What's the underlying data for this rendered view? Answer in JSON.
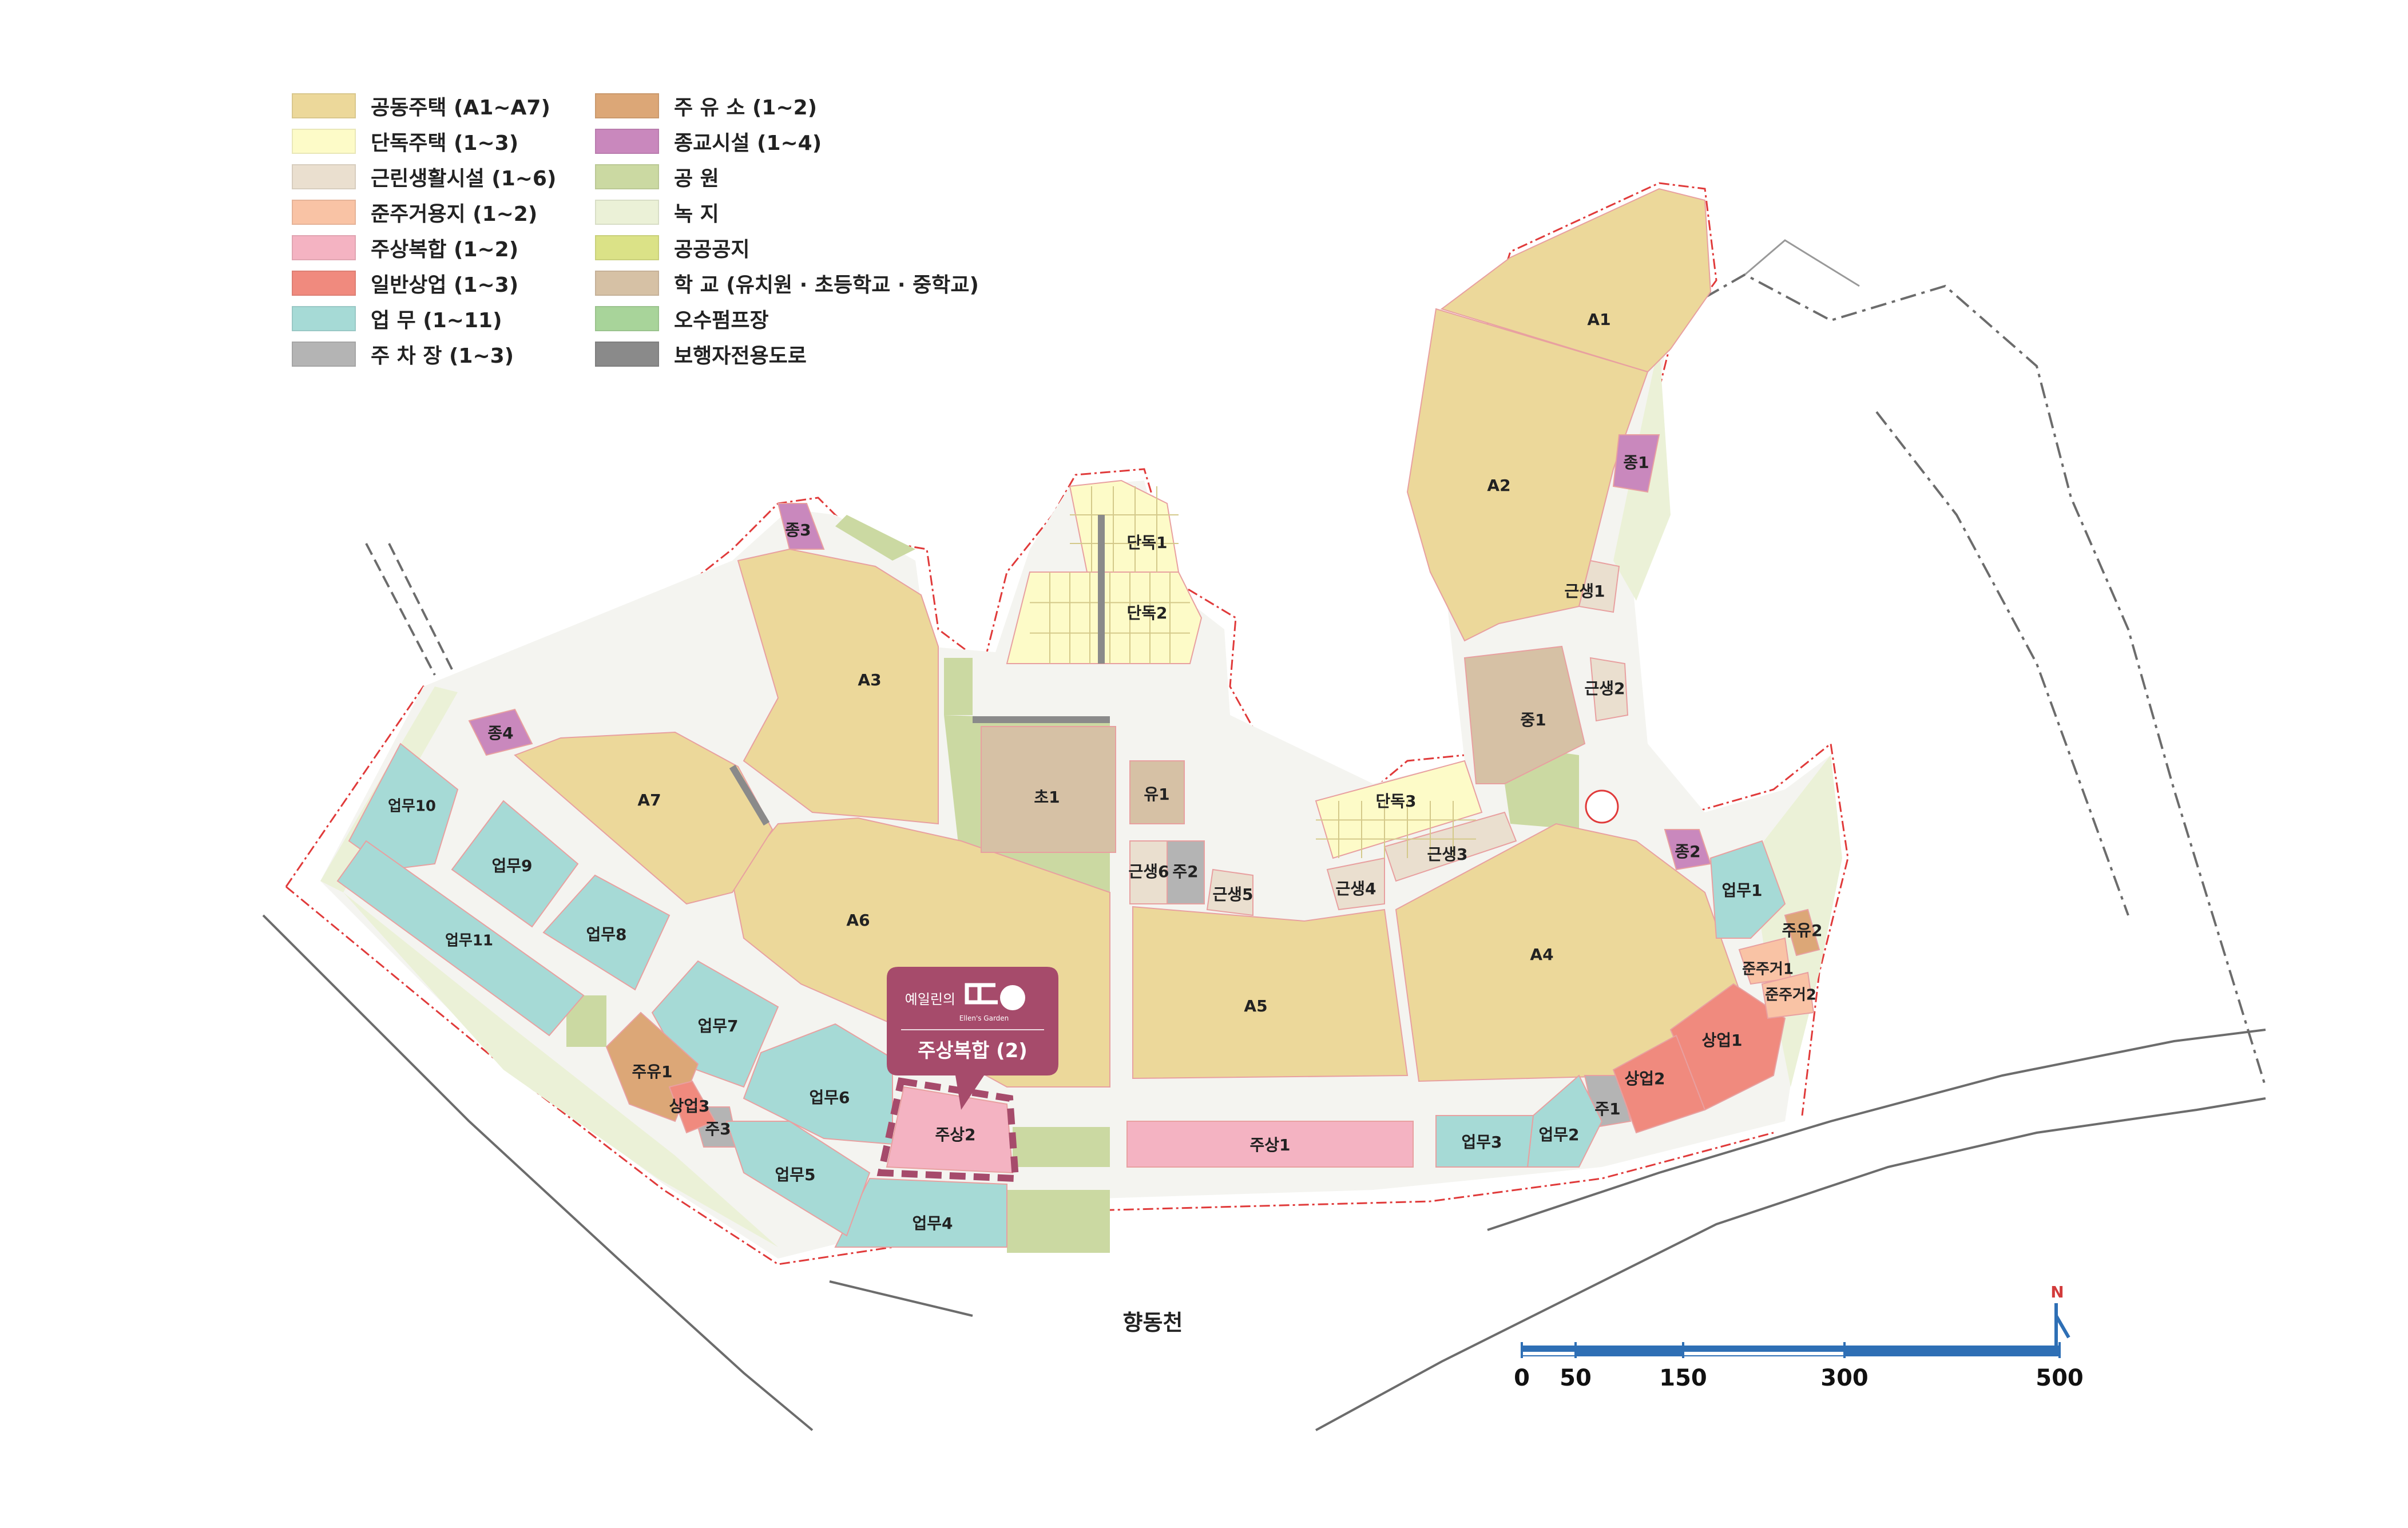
{
  "legend": [
    {
      "label": "공동주택 (A1~A7)",
      "color": "#ecd89a"
    },
    {
      "label": "단독주택 (1~3)",
      "color": "#fdfbc8"
    },
    {
      "label": "근린생활시설 (1~6)",
      "color": "#eadfcf"
    },
    {
      "label": "준주거용지 (1~2)",
      "color": "#f9c3a5"
    },
    {
      "label": "주상복합 (1~2)",
      "color": "#f4b3c2"
    },
    {
      "label": "일반상업 (1~3)",
      "color": "#f08a7e"
    },
    {
      "label": "업      무 (1~11)",
      "color": "#a6dad6"
    },
    {
      "label": "주 차 장 (1~3)",
      "color": "#b4b4b4"
    },
    {
      "label": "주 유 소 (1~2)",
      "color": "#dca777"
    },
    {
      "label": "종교시설 (1~4)",
      "color": "#c988bd"
    },
    {
      "label": "공      원",
      "color": "#cbd9a2"
    },
    {
      "label": "녹      지",
      "color": "#ebf1d7"
    },
    {
      "label": "공공공지",
      "color": "#dbe287"
    },
    {
      "label": "학      교 (유치원 · 초등학교 · 중학교)",
      "color": "#d6c1a5"
    },
    {
      "label": "오수펌프장",
      "color": "#a8d49a"
    },
    {
      "label": "보행자전용도로",
      "color": "#8a8a8a"
    }
  ],
  "colors": {
    "apartment": "#ecd89a",
    "detached": "#fdfbc8",
    "neighborhood": "#eadfcf",
    "semi_residential": "#f9c3a5",
    "mixed_use": "#f4b3c2",
    "commercial": "#f08a7e",
    "business": "#a6dad6",
    "parking": "#b4b4b4",
    "gas_station": "#dca777",
    "religious": "#c988bd",
    "park": "#cbd9a2",
    "green": "#ebf1d7",
    "public_open": "#dbe287",
    "school": "#d6c1a5",
    "pump": "#a8d49a",
    "pedestrian": "#8a8a8a",
    "road": "#ffffff",
    "callout": "#a64b6b",
    "scale_blue": "#2e6fb5",
    "north": "#d23b3b"
  },
  "parcels": [
    {
      "label": "A1",
      "type": "apartment"
    },
    {
      "label": "A2",
      "type": "apartment"
    },
    {
      "label": "A3",
      "type": "apartment"
    },
    {
      "label": "A4",
      "type": "apartment"
    },
    {
      "label": "A5",
      "type": "apartment"
    },
    {
      "label": "A6",
      "type": "apartment"
    },
    {
      "label": "A7",
      "type": "apartment"
    },
    {
      "label": "단독1",
      "type": "detached"
    },
    {
      "label": "단독2",
      "type": "detached"
    },
    {
      "label": "단독3",
      "type": "detached"
    },
    {
      "label": "초1",
      "type": "school"
    },
    {
      "label": "유1",
      "type": "school"
    },
    {
      "label": "중1",
      "type": "school"
    },
    {
      "label": "근생1",
      "type": "neighborhood"
    },
    {
      "label": "근생2",
      "type": "neighborhood"
    },
    {
      "label": "근생3",
      "type": "neighborhood"
    },
    {
      "label": "근생4",
      "type": "neighborhood"
    },
    {
      "label": "근생5",
      "type": "neighborhood"
    },
    {
      "label": "근생6",
      "type": "neighborhood"
    },
    {
      "label": "주2",
      "type": "parking"
    },
    {
      "label": "주1",
      "type": "parking"
    },
    {
      "label": "주3",
      "type": "parking"
    },
    {
      "label": "종1",
      "type": "religious"
    },
    {
      "label": "종2",
      "type": "religious"
    },
    {
      "label": "종3",
      "type": "religious"
    },
    {
      "label": "종4",
      "type": "religious"
    },
    {
      "label": "업무1",
      "type": "business"
    },
    {
      "label": "업무2",
      "type": "business"
    },
    {
      "label": "업무3",
      "type": "business"
    },
    {
      "label": "업무4",
      "type": "business"
    },
    {
      "label": "업무5",
      "type": "business"
    },
    {
      "label": "업무6",
      "type": "business"
    },
    {
      "label": "업무7",
      "type": "business"
    },
    {
      "label": "업무8",
      "type": "business"
    },
    {
      "label": "업무9",
      "type": "business"
    },
    {
      "label": "업무10",
      "type": "business"
    },
    {
      "label": "업무11",
      "type": "business"
    },
    {
      "label": "주유1",
      "type": "gas_station"
    },
    {
      "label": "주유2",
      "type": "gas_station"
    },
    {
      "label": "상업1",
      "type": "commercial"
    },
    {
      "label": "상업2",
      "type": "commercial"
    },
    {
      "label": "상업3",
      "type": "commercial"
    },
    {
      "label": "준주거1",
      "type": "semi_residential"
    },
    {
      "label": "준주거2",
      "type": "semi_residential"
    },
    {
      "label": "주상1",
      "type": "mixed_use"
    },
    {
      "label": "주상2",
      "type": "mixed_use"
    }
  ],
  "callout": {
    "brand_kr": "예일린의",
    "brand_en": "Ellen's Garden",
    "title": "주상복합 (2)"
  },
  "river_label": "향동천",
  "north_label": "N",
  "scale": {
    "ticks": [
      "0",
      "50",
      "150",
      "300",
      "500"
    ],
    "values": [
      0,
      50,
      150,
      300,
      500
    ]
  }
}
